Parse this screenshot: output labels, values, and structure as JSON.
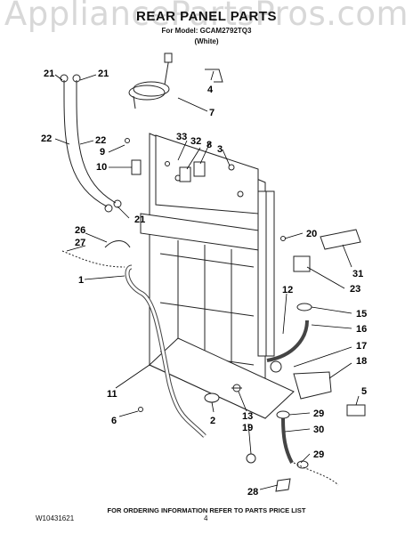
{
  "watermark": "AppliancePartsPros.com",
  "header": {
    "title": "REAR PANEL PARTS",
    "model": "For Model: GCAM2792TQ3",
    "color": "(White)"
  },
  "callouts": [
    "21",
    "21",
    "22",
    "22",
    "9",
    "10",
    "33",
    "32",
    "8",
    "3",
    "4",
    "7",
    "21",
    "26",
    "27",
    "20",
    "31",
    "1",
    "23",
    "12",
    "15",
    "16",
    "17",
    "18",
    "11",
    "6",
    "2",
    "13",
    "19",
    "5",
    "29",
    "30",
    "29",
    "28"
  ],
  "footer": {
    "order_info": "FOR ORDERING INFORMATION REFER TO PARTS PRICE LIST",
    "document_code": "W10431621",
    "page_number": "4"
  }
}
